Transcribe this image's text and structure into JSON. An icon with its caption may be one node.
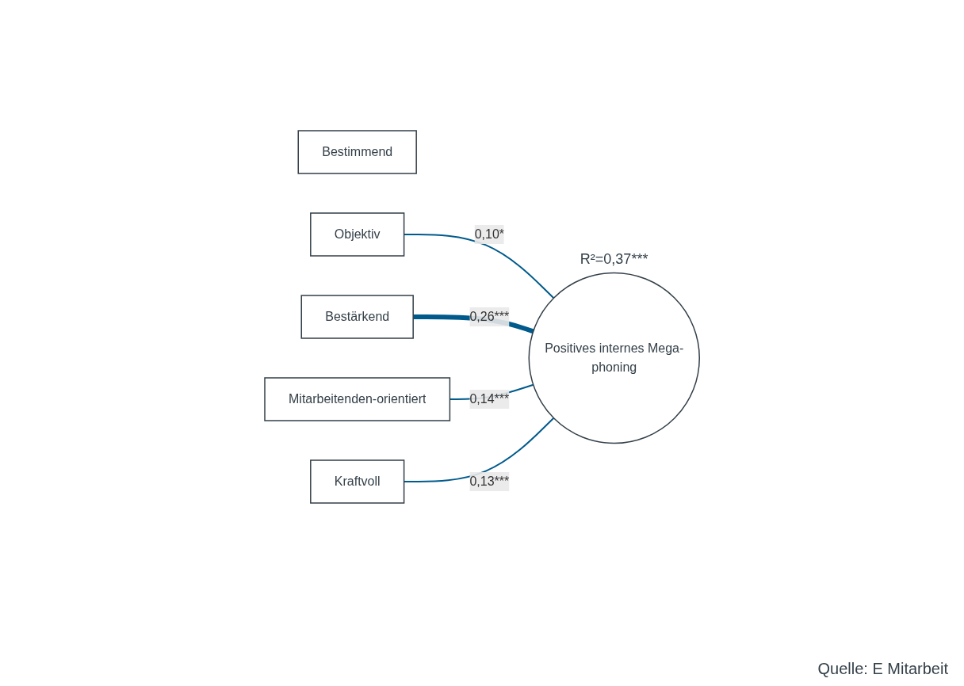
{
  "diagram": {
    "nodes": [
      {
        "text": [
          "Bestimmend"
        ]
      },
      {
        "text": [
          "Objektiv"
        ]
      },
      {
        "text": [
          "Bestärkend"
        ]
      },
      {
        "text": [
          "Mitarbeitenden-orientiert"
        ]
      },
      {
        "text": [
          "Kraftvoll"
        ]
      },
      {
        "text": [
          "Positives internes Mega-phoning"
        ],
        "beside": [
          "R²=0,37***"
        ]
      }
    ],
    "edges": [
      {
        "from": 1,
        "to": 5,
        "arrow": "none",
        "label": "0,10*"
      },
      {
        "from": 2,
        "to": 5,
        "arrow": "none",
        "label": "0,26***",
        "style": "thick"
      },
      {
        "from": 3,
        "to": 5,
        "arrow": "none",
        "label": "0,14***"
      },
      {
        "from": 4,
        "to": 5,
        "arrow": "none",
        "label": "0,13***"
      }
    ],
    "labels": [
      "Quelle: E Mitarbeit"
    ]
  }
}
